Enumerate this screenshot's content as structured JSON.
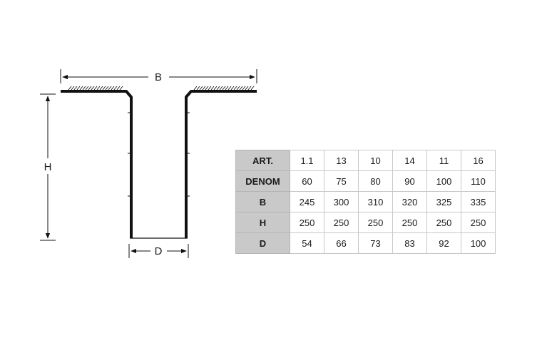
{
  "dimensions": {
    "width_label": "B",
    "height_label": "H",
    "diameter_label": "D"
  },
  "table": {
    "rows": [
      {
        "label": "ART.",
        "values": [
          "1.1",
          "13",
          "10",
          "14",
          "11",
          "16"
        ]
      },
      {
        "label": "DENOM",
        "values": [
          "60",
          "75",
          "80",
          "90",
          "100",
          "110"
        ]
      },
      {
        "label": "B",
        "values": [
          "245",
          "300",
          "310",
          "320",
          "325",
          "335"
        ]
      },
      {
        "label": "H",
        "values": [
          "250",
          "250",
          "250",
          "250",
          "250",
          "250"
        ]
      },
      {
        "label": "D",
        "values": [
          "54",
          "66",
          "73",
          "83",
          "92",
          "100"
        ]
      }
    ]
  },
  "colors": {
    "outline": "#111111",
    "header_fill": "#c9c9c9",
    "grid": "#c8c8c8"
  }
}
